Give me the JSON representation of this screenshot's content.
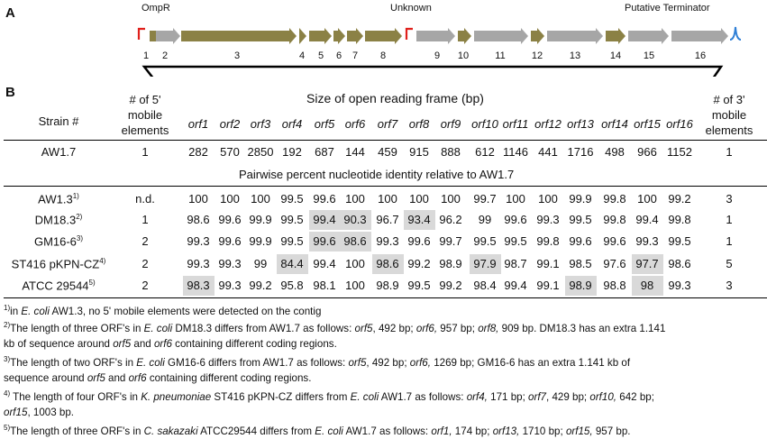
{
  "panel_a": {
    "letter": "A",
    "labels": {
      "ompr": "OmpR",
      "unknown": "Unknown",
      "terminator": "Putative Terminator"
    },
    "genes": [
      {
        "num": "1",
        "color": "#8b8145"
      },
      {
        "num": "2",
        "color": "#a6a6a6"
      },
      {
        "num": "3",
        "color": "#8b8145"
      },
      {
        "num": "4",
        "color": "#8b8145"
      },
      {
        "num": "5",
        "color": "#8b8145"
      },
      {
        "num": "6",
        "color": "#8b8145"
      },
      {
        "num": "7",
        "color": "#8b8145"
      },
      {
        "num": "8",
        "color": "#8b8145"
      },
      {
        "num": "9",
        "color": "#a6a6a6"
      },
      {
        "num": "10",
        "color": "#8b8145"
      },
      {
        "num": "11",
        "color": "#a6a6a6"
      },
      {
        "num": "12",
        "color": "#8b8145"
      },
      {
        "num": "13",
        "color": "#a6a6a6"
      },
      {
        "num": "14",
        "color": "#8b8145"
      },
      {
        "num": "15",
        "color": "#a6a6a6"
      },
      {
        "num": "16",
        "color": "#a6a6a6"
      }
    ],
    "colors": {
      "olive": "#8b8145",
      "gray": "#a6a6a6",
      "promoter": "#e0201b",
      "terminator": "#2f7fd6"
    }
  },
  "panel_b": {
    "letter": "B",
    "headers": {
      "strain": "Strain #",
      "mobile5": [
        "# of 5'",
        "mobile",
        "elements"
      ],
      "orf_size": "Size of open reading frame (bp)",
      "mobile3": [
        "# of 3'",
        "mobile",
        "elements"
      ],
      "pairwise": "Pairwise percent nucleotide identity relative to AW1.7"
    },
    "orfs": [
      "orf1",
      "orf2",
      "orf3",
      "orf4",
      "orf5",
      "orf6",
      "orf7",
      "orf8",
      "orf9",
      "orf10",
      "orf11",
      "orf12",
      "orf13",
      "orf14",
      "orf15",
      "orf16"
    ],
    "reference": {
      "strain": "AW1.7",
      "m5": "1",
      "m3": "1",
      "values": [
        "282",
        "570",
        "2850",
        "192",
        "687",
        "144",
        "459",
        "915",
        "888",
        "612",
        "1146",
        "441",
        "1716",
        "498",
        "966",
        "1152"
      ]
    },
    "rows": [
      {
        "strain": "AW1.3",
        "sup": "1)",
        "m5": "n.d.",
        "m3": "3",
        "values": [
          "100",
          "100",
          "100",
          "99.5",
          "99.6",
          "100",
          "100",
          "100",
          "100",
          "99.7",
          "100",
          "100",
          "99.9",
          "99.8",
          "100",
          "99.2"
        ],
        "hl": []
      },
      {
        "strain": "DM18.3",
        "sup": "2)",
        "m5": "1",
        "m3": "1",
        "values": [
          "98.6",
          "99.6",
          "99.9",
          "99.5",
          "99.4",
          "90.3",
          "96.7",
          "93.4",
          "96.2",
          "99",
          "99.6",
          "99.3",
          "99.5",
          "99.8",
          "99.4",
          "99.8"
        ],
        "hl": [
          4,
          5,
          7
        ]
      },
      {
        "strain": "GM16-6",
        "sup": "3)",
        "m5": "2",
        "m3": "1",
        "values": [
          "99.3",
          "99.6",
          "99.9",
          "99.5",
          "99.6",
          "98.6",
          "99.3",
          "99.6",
          "99.7",
          "99.5",
          "99.5",
          "99.8",
          "99.6",
          "99.6",
          "99.3",
          "99.5"
        ],
        "hl": [
          4,
          5
        ]
      },
      {
        "strain": "ST416 pKPN-CZ",
        "sup": "4)",
        "m5": "2",
        "m3": "5",
        "values": [
          "99.3",
          "99.3",
          "99",
          "84.4",
          "99.4",
          "100",
          "98.6",
          "99.2",
          "98.9",
          "97.9",
          "98.7",
          "99.1",
          "98.5",
          "97.6",
          "97.7",
          "98.6"
        ],
        "hl": [
          3,
          6,
          9,
          14
        ]
      },
      {
        "strain": "ATCC 29544",
        "sup": "5)",
        "m5": "2",
        "m3": "3",
        "values": [
          "98.3",
          "99.3",
          "99.2",
          "95.8",
          "98.1",
          "100",
          "98.9",
          "99.5",
          "99.2",
          "98.4",
          "99.4",
          "99.1",
          "98.9",
          "98.8",
          "98",
          "99.3"
        ],
        "hl": [
          0,
          12,
          14
        ]
      }
    ],
    "notes": [
      [
        {
          "t": "1)",
          "k": "sup"
        },
        {
          "t": "in "
        },
        {
          "t": "E. coli",
          "k": "i"
        },
        {
          "t": " AW1.3, no 5' mobile elements were detected on the contig"
        }
      ],
      [
        {
          "t": "2)",
          "k": "sup"
        },
        {
          "t": "The length of three ORF's in "
        },
        {
          "t": "E. coli",
          "k": "i"
        },
        {
          "t": " DM18.3 differs from AW1.7 as follows: "
        },
        {
          "t": "orf5",
          "k": "i"
        },
        {
          "t": ", 492 bp; "
        },
        {
          "t": "orf6,",
          "k": "i"
        },
        {
          "t": " 957 bp; "
        },
        {
          "t": "orf8,",
          "k": "i"
        },
        {
          "t": " 909 bp. DM18.3 has an extra 1.141"
        },
        {
          "k": "br"
        },
        {
          "t": "kb of sequence around "
        },
        {
          "t": "orf5",
          "k": "i"
        },
        {
          "t": " and "
        },
        {
          "t": "orf6",
          "k": "i"
        },
        {
          "t": " containing different coding regions."
        }
      ],
      [
        {
          "t": "3)",
          "k": "sup"
        },
        {
          "t": "The length of two ORF's in "
        },
        {
          "t": "E. coli",
          "k": "i"
        },
        {
          "t": " GM16-6 differs from AW1.7 as follows: "
        },
        {
          "t": "orf5",
          "k": "i"
        },
        {
          "t": ", 492 bp; "
        },
        {
          "t": "orf6,",
          "k": "i"
        },
        {
          "t": " 1269 bp; GM16-6 has an extra 1.141 kb of"
        },
        {
          "k": "br"
        },
        {
          "t": "sequence around "
        },
        {
          "t": "orf5",
          "k": "i"
        },
        {
          "t": " and "
        },
        {
          "t": "orf6",
          "k": "i"
        },
        {
          "t": " containing different coding regions."
        }
      ],
      [
        {
          "t": "4)",
          "k": "sup"
        },
        {
          "t": " The length of four ORF's in "
        },
        {
          "t": "K. pneumoniae",
          "k": "i"
        },
        {
          "t": " ST416 pKPN-CZ differs from "
        },
        {
          "t": "E. coli",
          "k": "i"
        },
        {
          "t": " AW1.7 as follows: "
        },
        {
          "t": "orf4,",
          "k": "i"
        },
        {
          "t": " 171 bp; "
        },
        {
          "t": "orf7",
          "k": "i"
        },
        {
          "t": ", 429 bp; "
        },
        {
          "t": "orf10,",
          "k": "i"
        },
        {
          "t": " 642 bp;"
        },
        {
          "k": "br"
        },
        {
          "t": "orf15",
          "k": "i"
        },
        {
          "t": ", 1003 bp."
        }
      ],
      [
        {
          "t": "5)",
          "k": "sup"
        },
        {
          "t": "The length of three ORF's in "
        },
        {
          "t": "C. sakazaki",
          "k": "i"
        },
        {
          "t": " ATCC29544 differs from "
        },
        {
          "t": "E. coli",
          "k": "i"
        },
        {
          "t": " AW1.7 as follows: "
        },
        {
          "t": "orf1,",
          "k": "i"
        },
        {
          "t": " 174 bp; "
        },
        {
          "t": "orf13,",
          "k": "i"
        },
        {
          "t": " 1710 bp; "
        },
        {
          "t": "orf15,",
          "k": "i"
        },
        {
          "t": " 957 bp."
        }
      ]
    ]
  }
}
